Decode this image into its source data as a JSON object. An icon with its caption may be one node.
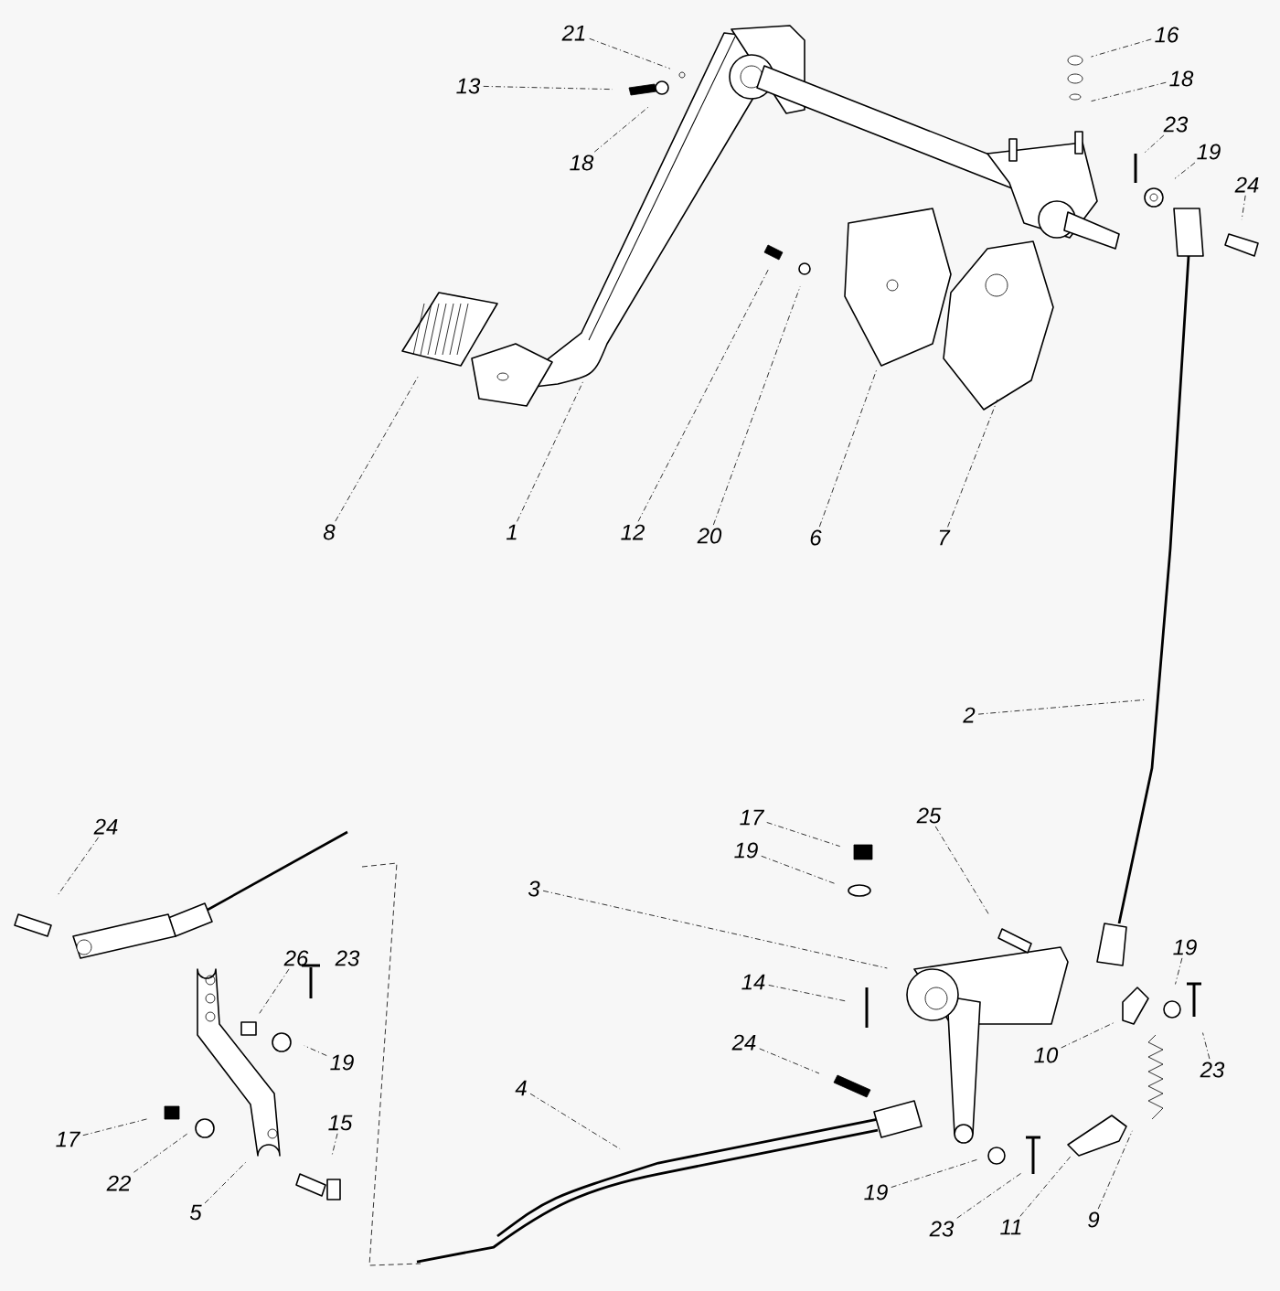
{
  "diagram": {
    "nodes": [
      {
        "text": [
          "21"
        ]
      },
      {
        "text": [
          "13"
        ]
      },
      {
        "text": [
          "16"
        ]
      },
      {
        "text": [
          "18"
        ]
      },
      {
        "text": [
          "23"
        ]
      },
      {
        "text": [
          "19"
        ]
      },
      {
        "text": [
          "18"
        ]
      },
      {
        "text": [
          "24"
        ]
      },
      {
        "text": [
          "8"
        ]
      },
      {
        "text": [
          "1"
        ]
      },
      {
        "text": [
          "12"
        ]
      },
      {
        "text": [
          "20"
        ]
      },
      {
        "text": [
          "6"
        ]
      },
      {
        "text": [
          "7"
        ]
      },
      {
        "text": [
          "2"
        ]
      },
      {
        "text": [
          "17"
        ]
      },
      {
        "text": [
          "25"
        ]
      },
      {
        "text": [
          "24"
        ]
      },
      {
        "text": [
          "19"
        ]
      },
      {
        "text": [
          "3"
        ]
      },
      {
        "text": [
          "19"
        ]
      },
      {
        "text": [
          "26"
        ]
      },
      {
        "text": [
          "14"
        ]
      },
      {
        "text": [
          "24"
        ]
      },
      {
        "text": [
          "10"
        ]
      },
      {
        "text": [
          "19"
        ]
      },
      {
        "text": [
          "23"
        ]
      },
      {
        "text": [
          "4"
        ]
      },
      {
        "text": [
          "15"
        ]
      },
      {
        "text": [
          "17"
        ]
      },
      {
        "text": [
          "22"
        ]
      },
      {
        "text": [
          "19"
        ]
      },
      {
        "text": [
          "9"
        ]
      },
      {
        "text": [
          "5"
        ]
      },
      {
        "text": [
          "23"
        ]
      },
      {
        "text": [
          "11"
        ]
      }
    ],
    "edges": [
      {
        "from": 0,
        "to": null,
        "arrow": "none"
      },
      {
        "from": 1,
        "to": null,
        "arrow": "none"
      },
      {
        "from": 2,
        "to": null,
        "arrow": "none"
      },
      {
        "from": 3,
        "to": null,
        "arrow": "none"
      },
      {
        "from": 4,
        "to": null,
        "arrow": "none"
      },
      {
        "from": 5,
        "to": null,
        "arrow": "none"
      },
      {
        "from": 6,
        "to": null,
        "arrow": "none"
      },
      {
        "from": 7,
        "to": null,
        "arrow": "none"
      },
      {
        "from": 8,
        "to": null,
        "arrow": "none"
      },
      {
        "from": 9,
        "to": null,
        "arrow": "none"
      },
      {
        "from": 10,
        "to": null,
        "arrow": "none"
      },
      {
        "from": 11,
        "to": null,
        "arrow": "none"
      },
      {
        "from": 12,
        "to": null,
        "arrow": "none"
      },
      {
        "from": 13,
        "to": null,
        "arrow": "none"
      },
      {
        "from": 14,
        "to": null,
        "arrow": "none"
      },
      {
        "from": 15,
        "to": null,
        "arrow": "none"
      },
      {
        "from": 16,
        "to": null,
        "arrow": "none"
      },
      {
        "from": 17,
        "to": null,
        "arrow": "none"
      },
      {
        "from": 18,
        "to": null,
        "arrow": "none"
      },
      {
        "from": 19,
        "to": null,
        "arrow": "none"
      },
      {
        "from": 20,
        "to": null,
        "arrow": "none"
      },
      {
        "from": 21,
        "to": null,
        "arrow": "none"
      },
      {
        "from": 22,
        "to": null,
        "arrow": "none"
      },
      {
        "from": 23,
        "to": null,
        "arrow": "none"
      },
      {
        "from": 24,
        "to": null,
        "arrow": "none"
      },
      {
        "from": 25,
        "to": null,
        "arrow": "none"
      },
      {
        "from": 26,
        "to": null,
        "arrow": "none"
      },
      {
        "from": 27,
        "to": null,
        "arrow": "none"
      },
      {
        "from": 28,
        "to": null,
        "arrow": "none"
      },
      {
        "from": 29,
        "to": null,
        "arrow": "none"
      },
      {
        "from": 30,
        "to": null,
        "arrow": "none"
      },
      {
        "from": 31,
        "to": null,
        "arrow": "none"
      },
      {
        "from": 32,
        "to": null,
        "arrow": "none"
      },
      {
        "from": 33,
        "to": null,
        "arrow": "none"
      },
      {
        "from": 34,
        "to": null,
        "arrow": "none"
      },
      {
        "from": 35,
        "to": null,
        "arrow": "none"
      }
    ],
    "labels": [
      "23"
    ]
  }
}
